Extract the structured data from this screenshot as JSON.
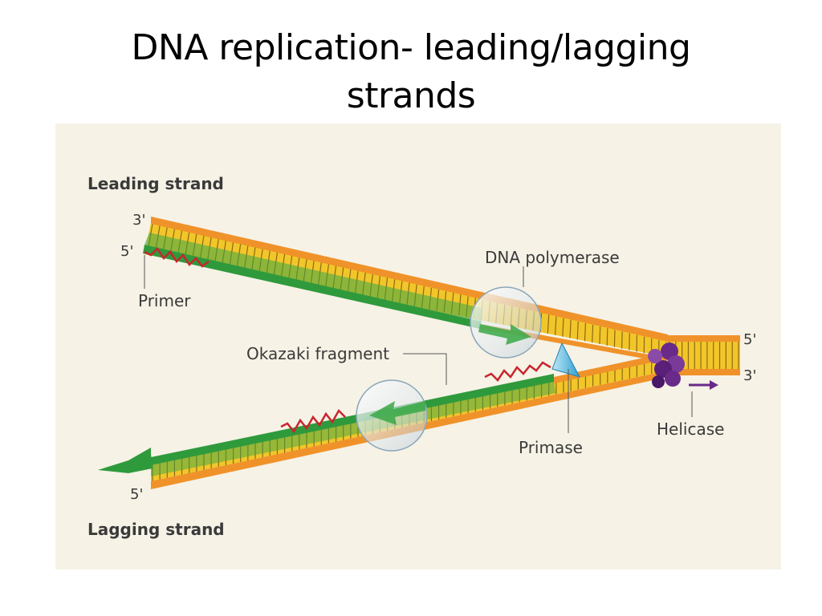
{
  "slide": {
    "title_line1": "DNA replication- leading/lagging",
    "title_line2": "strands"
  },
  "diagram": {
    "leading_strand_label": "Leading strand",
    "lagging_strand_label": "Lagging strand",
    "end_labels": {
      "leading_top_3": "3'",
      "leading_bottom_5": "5'",
      "lagging_bottom_5": "5'",
      "fork_top_5": "5'",
      "fork_bottom_3": "3'"
    },
    "callouts": {
      "primer": "Primer",
      "dna_polymerase": "DNA polymerase",
      "okazaki_fragment": "Okazaki fragment",
      "primase": "Primase",
      "helicase": "Helicase"
    },
    "colors": {
      "backbone": "#f0922a",
      "base_yellow": "#f2c62a",
      "new_strand_green": "#2f9a3c",
      "primer_red": "#c8262e",
      "helicase_purple": "#6a2a8a",
      "primase_blue": "#4fb3dd",
      "background": "#f6f2e6"
    }
  }
}
